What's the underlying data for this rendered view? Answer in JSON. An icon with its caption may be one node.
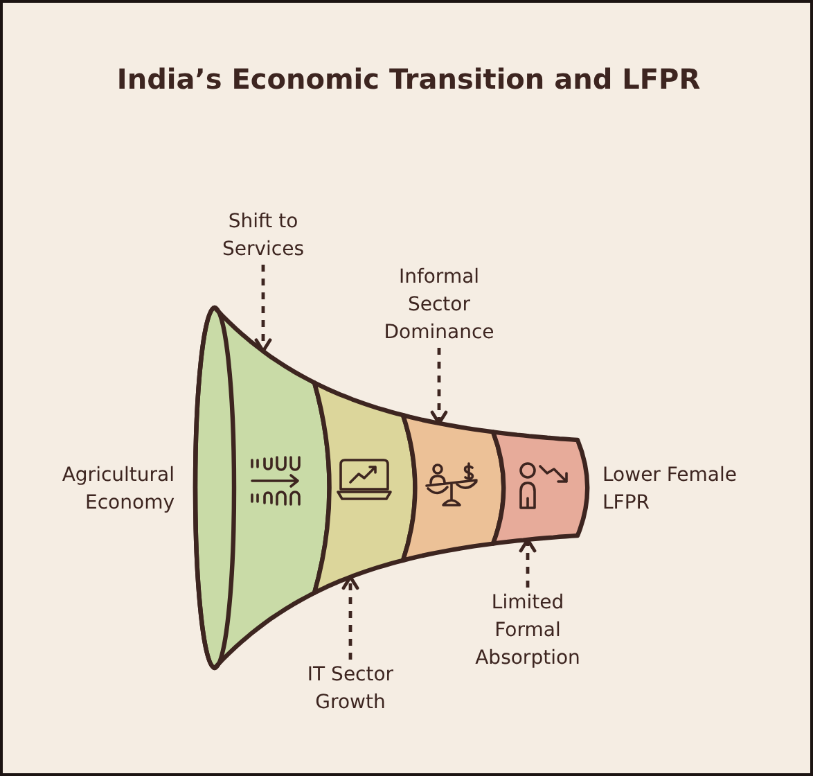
{
  "diagram": {
    "title": "India’s Economic Transition and LFPR",
    "nodes": [
      {
        "text": [
          "Shift to Services"
        ]
      },
      {
        "text": [
          "Informal Sector Dominance"
        ]
      },
      {
        "text": [],
        "shape": "band",
        "beside": [
          "Agricultural Economy"
        ]
      },
      {
        "text": [],
        "shape": "band"
      },
      {
        "text": [],
        "shape": "band"
      },
      {
        "text": [],
        "shape": "band",
        "beside": [
          "Lower Female LFPR"
        ]
      },
      {
        "text": [
          "IT Sector Growth"
        ]
      },
      {
        "text": [
          "Limited Formal Absorption"
        ]
      }
    ],
    "edges": [
      {
        "from": 0,
        "to": 2,
        "arrow": "to",
        "style": "dashed"
      },
      {
        "from": 1,
        "to": 4,
        "arrow": "to",
        "style": "dashed"
      },
      {
        "from": 6,
        "to": 3,
        "arrow": "to",
        "style": "dashed"
      },
      {
        "from": 7,
        "to": 5,
        "arrow": "to",
        "style": "dashed"
      }
    ]
  }
}
